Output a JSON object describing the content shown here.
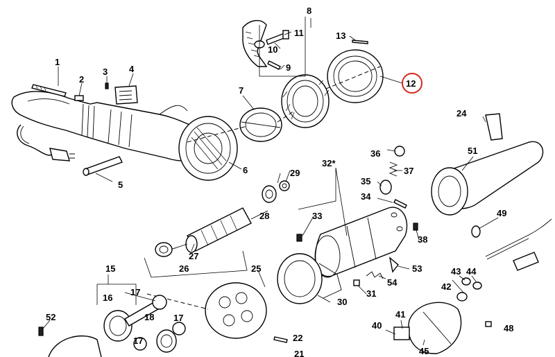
{
  "callouts": {
    "c1": "1",
    "c2": "2",
    "c3": "3",
    "c4": "4",
    "c5": "5",
    "c6": "6",
    "c7": "7",
    "c8": "8",
    "c9": "9",
    "c10": "10",
    "c11": "11",
    "c12": "12",
    "c13": "13",
    "c15": "15",
    "c16": "16",
    "c17a": "17",
    "c17b": "17",
    "c17c": "17",
    "c18": "18",
    "c21": "21",
    "c22": "22",
    "c24": "24",
    "c25": "25",
    "c26": "26",
    "c27": "27",
    "c28": "28",
    "c29": "29",
    "c30": "30",
    "c31": "31",
    "c32": "32*",
    "c33": "33",
    "c34": "34",
    "c35": "35",
    "c36": "36",
    "c37": "37",
    "c38": "38",
    "c40": "40",
    "c41": "41",
    "c42": "42",
    "c43": "43",
    "c44": "44",
    "c45": "45",
    "c48": "48",
    "c49": "49",
    "c51": "51",
    "c52": "52",
    "c53": "53",
    "c54": "54"
  },
  "highlight": {
    "color": "#d9261c"
  }
}
